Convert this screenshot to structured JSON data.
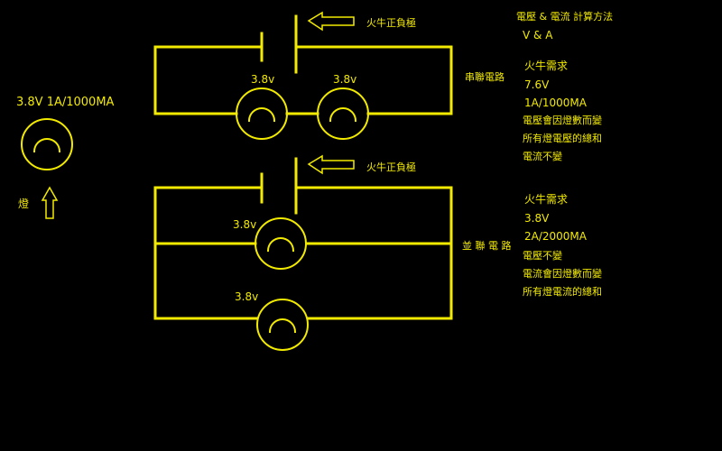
{
  "legend": {
    "rating": "3.8V  1A/1000MA",
    "lamp_label": "燈"
  },
  "series_circuit": {
    "battery_label": "火牛正負極",
    "lamp1_voltage": "3.8v",
    "lamp2_voltage": "3.8v",
    "name": "串聯電路"
  },
  "parallel_circuit": {
    "battery_label": "火牛正負極",
    "lamp1_voltage": "3.8v",
    "lamp2_voltage": "3.8v",
    "name": "並 聯 電 路"
  },
  "notes": {
    "title": "電壓 & 電流 計算方法",
    "units": "V   &   A",
    "series": [
      "火牛需求",
      "7.6V",
      "1A/1000MA",
      "電壓會因燈數而變",
      "所有燈電壓的總和",
      "電流不變"
    ],
    "parallel": [
      "火牛需求",
      "3.8V",
      "2A/2000MA",
      "電壓不變",
      "電流會因燈數而變",
      "所有燈電流的總和"
    ]
  },
  "colors": {
    "wire": "#f2ea00",
    "background": "#000000"
  },
  "icons": [
    "lamp-icon",
    "battery-icon",
    "arrow-left-icon",
    "arrow-up-icon"
  ]
}
